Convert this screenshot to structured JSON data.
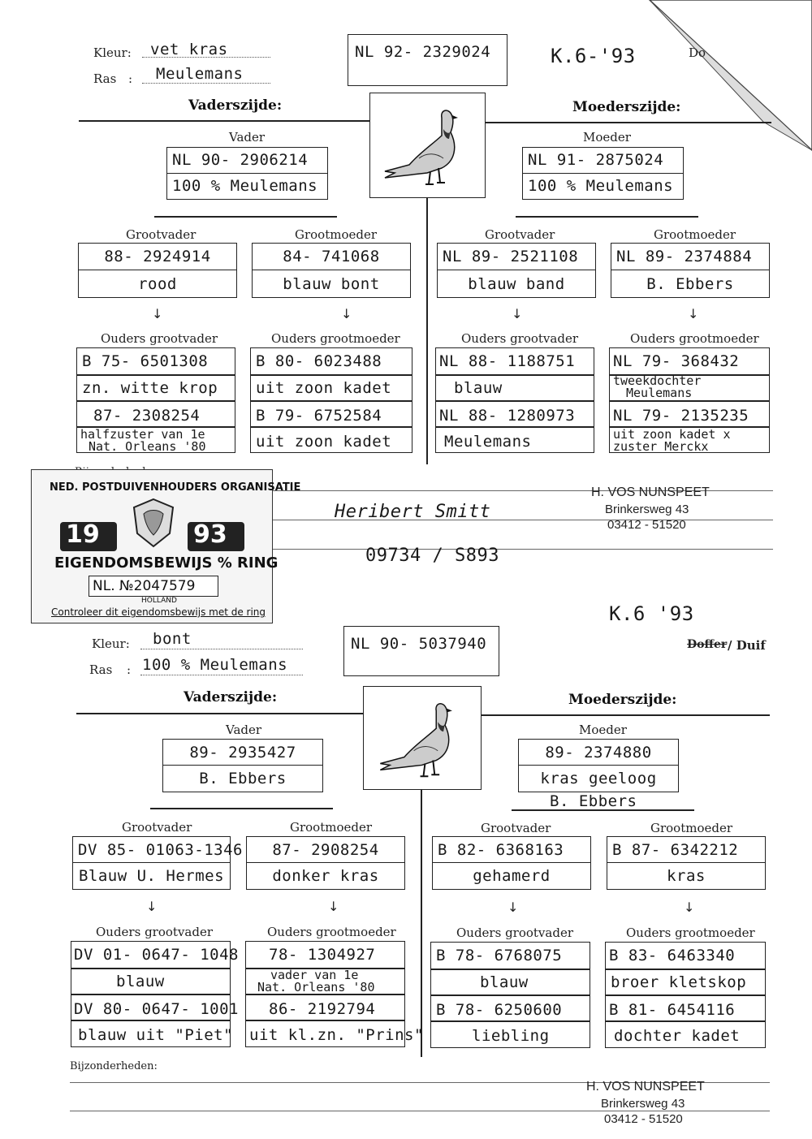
{
  "labels": {
    "kleur": "Kleur:",
    "ras": "Ras",
    "ras_colon": ":",
    "vaderszijde": "Vaderszijde:",
    "moederszijde": "Moederszijde:",
    "vader": "Vader",
    "moeder": "Moeder",
    "grootvader": "Grootvader",
    "grootmoeder": "Grootmoeder",
    "ouders_grootvader": "Ouders grootvader",
    "ouders_grootmoeder": "Ouders grootmoeder",
    "bijzonderheden": "Bijzonderheden:",
    "doffer": "Doffer",
    "duif": "/ Duif",
    "corner_cut": "Do"
  },
  "card1": {
    "kleur": "vet kras",
    "ras": "Meulemans",
    "ring": "NL 92- 2329024",
    "note": "K.6-'93",
    "vader": {
      "ring": "NL 90- 2906214",
      "info": "100 % Meulemans"
    },
    "moeder": {
      "ring": "NL 91- 2875024",
      "info": "100 % Meulemans"
    },
    "gv_v": {
      "ring": "88- 2924914",
      "info": "rood"
    },
    "gm_v": {
      "ring": "84- 741068",
      "info": "blauw bont"
    },
    "gv_m": {
      "ring": "NL 89- 2521108",
      "info": "blauw band"
    },
    "gm_m": {
      "ring": "NL 89- 2374884",
      "info": "B. Ebbers"
    },
    "ogv_v": {
      "r1": "B 75- 6501308",
      "i1": "zn. witte krop",
      "r2": "87- 2308254",
      "i2a": "halfzuster van 1e",
      "i2b": "Nat. Orleans '80"
    },
    "ogm_v": {
      "r1": "B 80- 6023488",
      "i1": "uit zoon kadet",
      "r2": "B 79- 6752584",
      "i2": "uit zoon kadet"
    },
    "ogv_m": {
      "r1": "NL 88- 1188751",
      "i1": "blauw",
      "r2": "NL 88- 1280973",
      "i2": "Meulemans"
    },
    "ogm_m": {
      "r1": "NL 79- 368432",
      "i1a": "tweekdochter",
      "i1b": "Meulemans",
      "r2": "NL 79- 2135235",
      "i2a": "uit zoon kadet x",
      "i2b": "zuster Merckx"
    }
  },
  "middle": {
    "signature": "Heribert Smitt",
    "number": "09734 / S893",
    "breeder_name": "H. VOS NUNSPEET",
    "breeder_street": "Brinkersweg 43",
    "breeder_phone": "03412 - 51520",
    "stamp": {
      "org": "NED. POSTDUIVENHOUDERS ORGANISATIE",
      "year_left": "19",
      "year_right": "93",
      "title": "EIGENDOMSBEWIJS % RING",
      "ring_no": "NL. №2047579",
      "country": "HOLLAND",
      "footer": "Controleer dit eigendomsbewijs met de ring"
    }
  },
  "card2": {
    "kleur": "bont",
    "ras": "100 % Meulemans",
    "ring": "NL 90- 5037940",
    "note": "K.6 '93",
    "vader": {
      "ring": "89- 2935427",
      "info": "B. Ebbers"
    },
    "moeder": {
      "ring": "89- 2374880",
      "info": "kras geeloog",
      "info2": "B. Ebbers"
    },
    "gv_v": {
      "ring": "DV 85- 01063-1346",
      "info": "Blauw U. Hermes"
    },
    "gm_v": {
      "ring": "87- 2908254",
      "info": "donker kras"
    },
    "gv_m": {
      "ring": "B 82- 6368163",
      "info": "gehamerd"
    },
    "gm_m": {
      "ring": "B 87- 6342212",
      "info": "kras"
    },
    "ogv_v": {
      "r1": "DV 01- 0647- 1048",
      "i1": "blauw",
      "r2": "DV 80- 0647- 1001",
      "i2": "blauw uit \"Piet\""
    },
    "ogm_v": {
      "r1": "78- 1304927",
      "i1a": "vader van 1e",
      "i1b": "Nat. Orleans '80",
      "r2": "86- 2192794",
      "i2": "uit kl.zn. \"Prins\""
    },
    "ogv_m": {
      "r1": "B 78- 6768075",
      "i1": "blauw",
      "r2": "B 78- 6250600",
      "i2": "liebling"
    },
    "ogm_m": {
      "r1": "B 83- 6463340",
      "i1": "broer kletskop",
      "r2": "B 81- 6454116",
      "i2": "dochter kadet"
    }
  },
  "footer": {
    "breeder_name": "H. VOS NUNSPEET",
    "breeder_street": "Brinkersweg 43",
    "breeder_phone": "03412 - 51520"
  }
}
